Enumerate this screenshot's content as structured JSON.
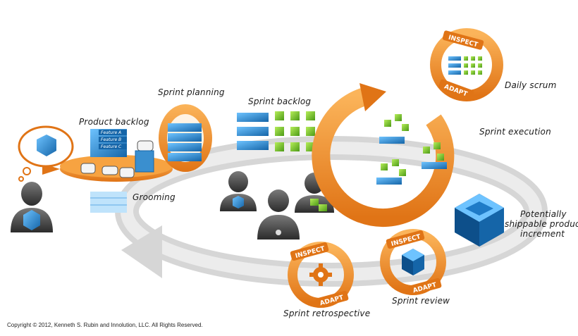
{
  "labels": {
    "product_backlog": "Product backlog",
    "sprint_planning": "Sprint planning",
    "sprint_backlog": "Sprint backlog",
    "daily_scrum": "Daily scrum",
    "sprint_execution": "Sprint execution",
    "potentially_line1": "Potentially",
    "potentially_line2": "shippable product",
    "potentially_line3": "increment",
    "grooming": "Grooming",
    "sprint_retrospective": "Sprint retrospective",
    "sprint_review": "Sprint review"
  },
  "backlog_features": [
    "Feature A",
    "Feature B",
    "Feature C"
  ],
  "inspect_label": "INSPECT",
  "adapt_label": "ADAPT",
  "copyright": "Copyright © 2012, Kenneth S. Rubin and Innolution, LLC. All Rights Reserved.",
  "colors": {
    "orange": "#f28c28",
    "orange_dark": "#d96a10",
    "blue": "#2a8fd8",
    "blue_dark": "#1565a8",
    "green": "#7cc832",
    "gray_loop": "#d9d9d9"
  },
  "icons": [
    "cube-icon",
    "gear-icon",
    "person-icon",
    "thought-bubble-icon"
  ]
}
